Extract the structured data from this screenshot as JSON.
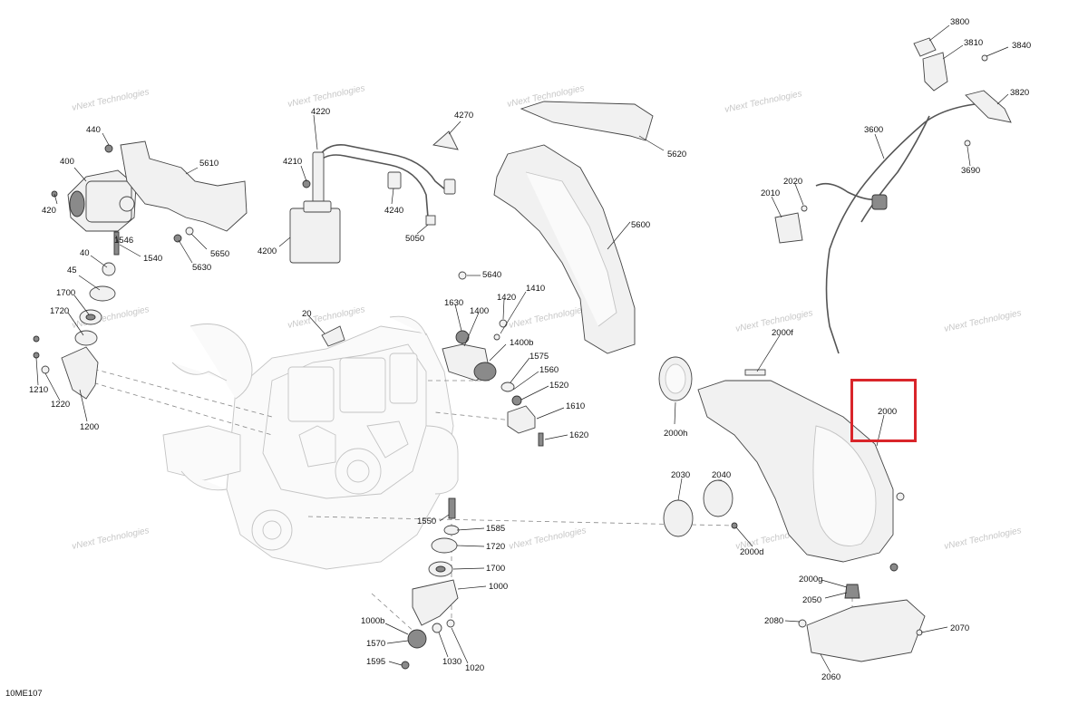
{
  "diagram_code": "10ME107",
  "watermark": "vNext Technologies",
  "highlight": {
    "label": "2000",
    "color": "#d9252a"
  },
  "labels": {
    "l440": "440",
    "l400": "400",
    "l420": "420",
    "l5610": "5610",
    "l5650": "5650",
    "l5630": "5630",
    "l1546": "1546",
    "l40": "40",
    "l1540": "1540",
    "l45": "45",
    "l1700a": "1700",
    "l1720a": "1720",
    "l1210": "1210",
    "l1220": "1220",
    "l1200": "1200",
    "l4220": "4220",
    "l4210": "4210",
    "l4270": "4270",
    "l4240": "4240",
    "l4200": "4200",
    "l5050": "5050",
    "l5620": "5620",
    "l5600": "5600",
    "l5640": "5640",
    "l20": "20",
    "l1630": "1630",
    "l1400": "1400",
    "l1420": "1420",
    "l1410": "1410",
    "l1400b": "1400b",
    "l1575": "1575",
    "l1560": "1560",
    "l1520": "1520",
    "l1610": "1610",
    "l1620": "1620",
    "l1550": "1550",
    "l1585": "1585",
    "l1720b": "1720",
    "l1700b": "1700",
    "l1000": "1000",
    "l1000b": "1000b",
    "l1570": "1570",
    "l1030": "1030",
    "l1020": "1020",
    "l1595": "1595",
    "l3800": "3800",
    "l3810": "3810",
    "l3840": "3840",
    "l3820": "3820",
    "l3600": "3600",
    "l3690": "3690",
    "l2010": "2010",
    "l2020": "2020",
    "l2000f": "2000f",
    "l2000h": "2000h",
    "l2030": "2030",
    "l2040": "2040",
    "l2000d": "2000d",
    "l2000g": "2000g",
    "l2050": "2050",
    "l2080": "2080",
    "l2070": "2070",
    "l2060": "2060"
  }
}
